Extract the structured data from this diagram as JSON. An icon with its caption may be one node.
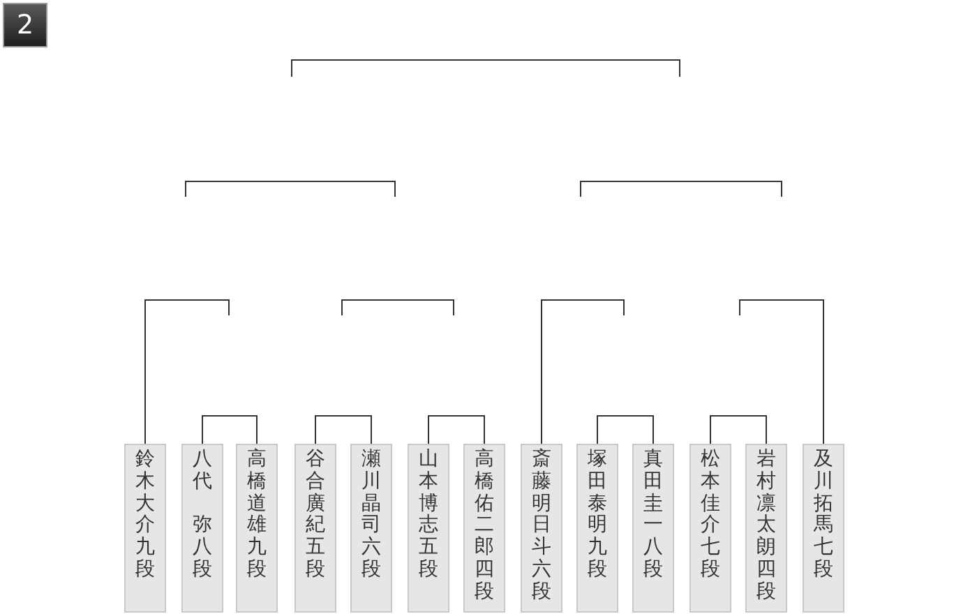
{
  "diagram": {
    "nodes": [
      {
        "text": [
          "鈴木大介九段"
        ]
      },
      {
        "text": [
          "八代",
          "弥八段"
        ]
      },
      {
        "text": [
          "高橋道雄九段"
        ]
      },
      {
        "text": [
          "谷合廣紀五段"
        ]
      },
      {
        "text": [
          "瀬川晶司六段"
        ]
      },
      {
        "text": [
          "山本博志五段"
        ]
      },
      {
        "text": [
          "高橋佑二郎四段"
        ]
      },
      {
        "text": [
          "斎藤明日斗六段"
        ]
      },
      {
        "text": [
          "塚田泰明九段"
        ]
      },
      {
        "text": [
          "真田圭一八段"
        ]
      },
      {
        "text": [
          "松本佳介七段"
        ]
      },
      {
        "text": [
          "岩村凛太朗四段"
        ]
      },
      {
        "text": [
          "及川拓馬七段"
        ]
      }
    ],
    "edges": [
      {
        "from": 1,
        "to": 2,
        "arrow": "none"
      },
      {
        "from": 3,
        "to": 4,
        "arrow": "none"
      },
      {
        "from": 5,
        "to": 6,
        "arrow": "none"
      },
      {
        "from": 8,
        "to": 9,
        "arrow": "none"
      },
      {
        "from": 10,
        "to": 11,
        "arrow": "none"
      },
      {
        "from": 0,
        "to": null,
        "arrow": "none"
      },
      {
        "from": 7,
        "to": null,
        "arrow": "none"
      },
      {
        "from": 12,
        "to": null,
        "arrow": "none"
      }
    ],
    "labels": [
      "2"
    ]
  }
}
